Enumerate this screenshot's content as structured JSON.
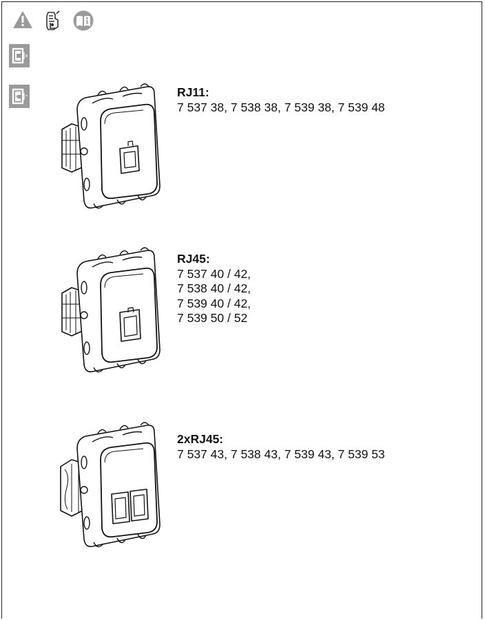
{
  "icons": {
    "warning": "warning-triangle-icon",
    "tools": "screwdriver-tools-icon",
    "manual": "manual-book-info-icon",
    "flush_mount_box": "flush-mount-box-icon",
    "surface_mount_box": "surface-mount-box-icon"
  },
  "colors": {
    "icon_gray": "#9a9a9a",
    "line": "#111111"
  },
  "products": [
    {
      "title": "RJ11:",
      "lines": [
        "7 537 38, 7 538 38, 7 539 38, 7 539 48"
      ]
    },
    {
      "title": "RJ45:",
      "lines": [
        "7 537 40 / 42,",
        "7 538 40 / 42,",
        "7 539 40 / 42,",
        "7 539 50 / 52"
      ]
    },
    {
      "title": "2xRJ45:",
      "lines": [
        "7 537 43, 7 538 43, 7 539 43, 7 539 53"
      ]
    }
  ]
}
